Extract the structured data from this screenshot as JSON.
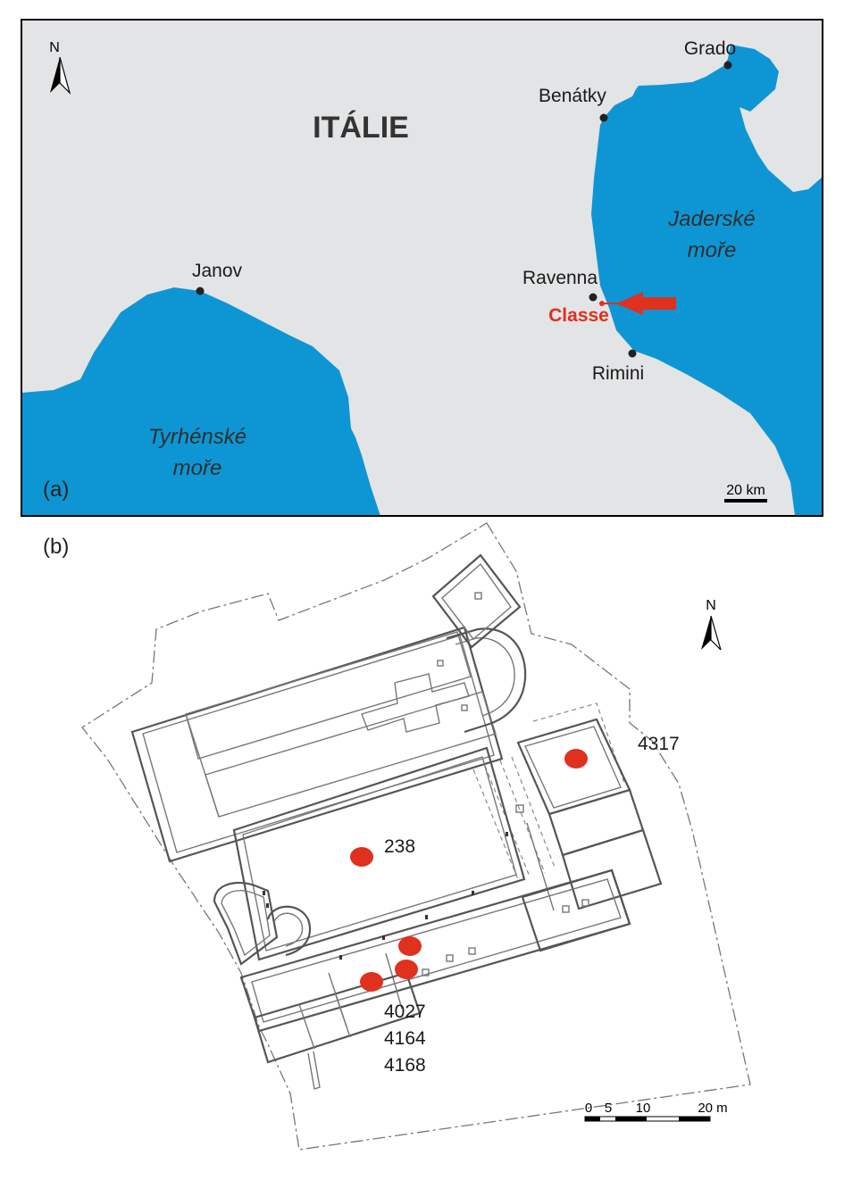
{
  "panel_a": {
    "label": "(a)",
    "country": "ITÁLIE",
    "cities": {
      "grado": "Grado",
      "benatky": "Benátky",
      "janov": "Janov",
      "ravenna": "Ravenna",
      "classe": "Classe",
      "rimini": "Rimini"
    },
    "seas": {
      "jaderske_line1": "Jaderské",
      "jaderske_line2": "moře",
      "tyrhenske_line1": "Tyrhénské",
      "tyrhenske_line2": "moře"
    },
    "north": "N",
    "scale": "20 km",
    "colors": {
      "land": "#e3e4e6",
      "sea": "#0e96d4",
      "highlight": "#e0301e"
    }
  },
  "panel_b": {
    "label": "(b)",
    "north": "N",
    "samples": {
      "s4317": "4317",
      "s238": "238",
      "s4027": "4027",
      "s4164": "4164",
      "s4168": "4168"
    },
    "scale": {
      "t0": "0",
      "t5": "5",
      "t10": "10",
      "t20": "20 m"
    },
    "colors": {
      "sample": "#e0301e",
      "walls": "#555555"
    }
  }
}
